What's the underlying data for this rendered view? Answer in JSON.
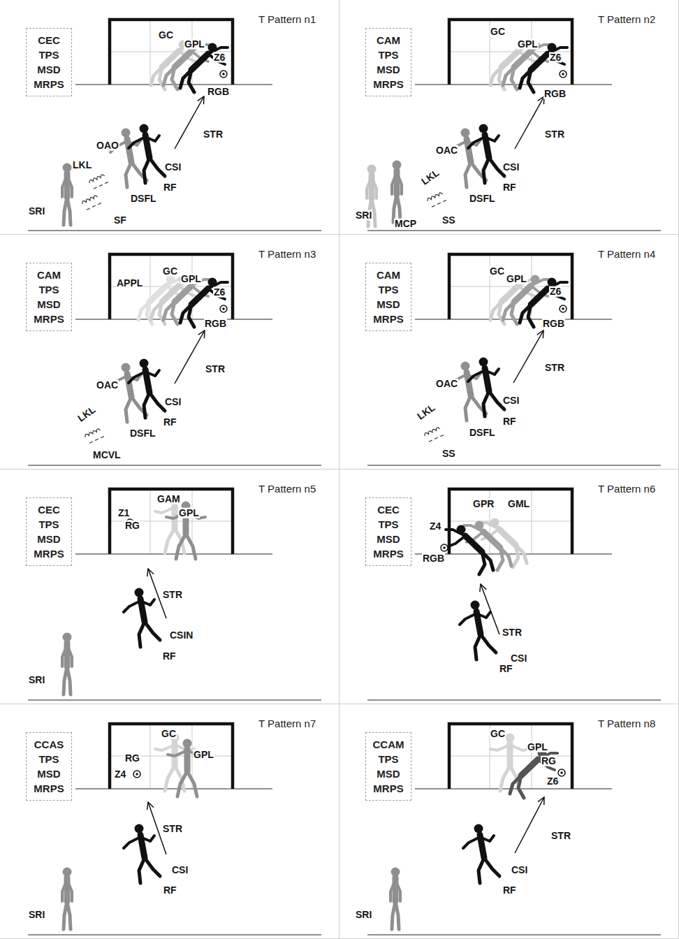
{
  "diagram": {
    "nodes": [
      {
        "text": [
          "T Pattern n1"
        ]
      },
      {
        "text": [
          "CEC",
          "TPS",
          "MSD",
          "MRPS"
        ],
        "in": 0
      },
      {
        "text": [
          "T Pattern n2"
        ]
      },
      {
        "text": [
          "CAM",
          "TPS",
          "MSD",
          "MRPS"
        ],
        "in": 2
      },
      {
        "text": [
          "T Pattern n3"
        ]
      },
      {
        "text": [
          "CAM",
          "TPS",
          "MSD",
          "MRPS"
        ],
        "in": 4
      },
      {
        "text": [
          "T Pattern n4"
        ]
      },
      {
        "text": [
          "CAM",
          "TPS",
          "MSD",
          "MRPS"
        ],
        "in": 6
      },
      {
        "text": [
          "T Pattern n5"
        ]
      },
      {
        "text": [
          "CEC",
          "TPS",
          "MSD",
          "MRPS"
        ],
        "in": 8
      },
      {
        "text": [
          "T Pattern n6"
        ]
      },
      {
        "text": [
          "CEC",
          "TPS",
          "MSD",
          "MRPS"
        ],
        "in": 10
      },
      {
        "text": [
          "T Pattern n7"
        ]
      },
      {
        "text": [
          "CCAS",
          "TPS",
          "MSD",
          "MRPS"
        ],
        "in": 12
      },
      {
        "text": [
          "T Pattern n8"
        ]
      },
      {
        "text": [
          "CCAM",
          "TPS",
          "MSD",
          "MRPS"
        ],
        "in": 14
      }
    ],
    "labels": [
      "GC",
      "GPL",
      "Z6",
      "RGB",
      "STR",
      "OAO",
      "LKL",
      "CSI",
      "RF",
      "DSFL",
      "SRI",
      "SF",
      "GC",
      "GPL",
      "Z6",
      "RGB",
      "STR",
      "OAC",
      "CSI",
      "LKL",
      "RF",
      "DSFL",
      "SRI",
      "MCP",
      "SS",
      "APPL",
      "GC",
      "GPL",
      "Z6",
      "RGB",
      "STR",
      "OAC",
      "CSI",
      "RF",
      "LKL",
      "DSFL",
      "MCVL",
      "GC",
      "GPL",
      "Z6",
      "RGB",
      "STR",
      "OAC",
      "CSI",
      "RF",
      "LKL",
      "DSFL",
      "SS",
      "GAM",
      "Z1",
      "GPL",
      "RG",
      "STR",
      "CSIN",
      "RF",
      "SRI",
      "GPR",
      "GML",
      "Z4",
      "RGB",
      "STR",
      "CSI",
      "RF",
      "GC",
      "RG",
      "GPL",
      "Z4",
      "STR",
      "CSI",
      "RF",
      "SRI",
      "GC",
      "GPL",
      "RG",
      "Z6",
      "STR",
      "CSI",
      "RF",
      "SRI"
    ]
  }
}
